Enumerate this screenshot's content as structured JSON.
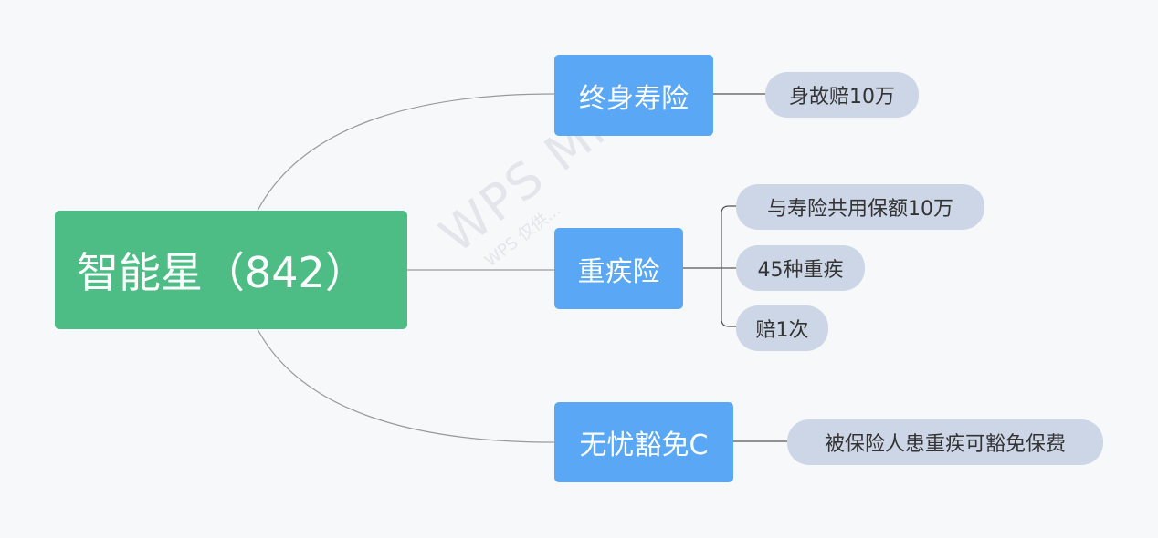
{
  "root": {
    "label": "智能星（842）"
  },
  "branches": [
    {
      "label": "终身寿险",
      "leaves": [
        "身故赔10万"
      ]
    },
    {
      "label": "重疾险",
      "leaves": [
        "与寿险共用保额10万",
        "45种重疾",
        "赔1次"
      ]
    },
    {
      "label": "无忧豁免C",
      "leaves": [
        "被保险人患重疾可豁免保费"
      ]
    }
  ],
  "watermark": {
    "main": "WPS Mind",
    "sub": "WPS 仅供..."
  },
  "colors": {
    "root": "#4dbd85",
    "branch": "#5aa8f5",
    "leaf": "#cdd6e6",
    "line": "#9a9a9a",
    "background": "#f7f8fa"
  }
}
